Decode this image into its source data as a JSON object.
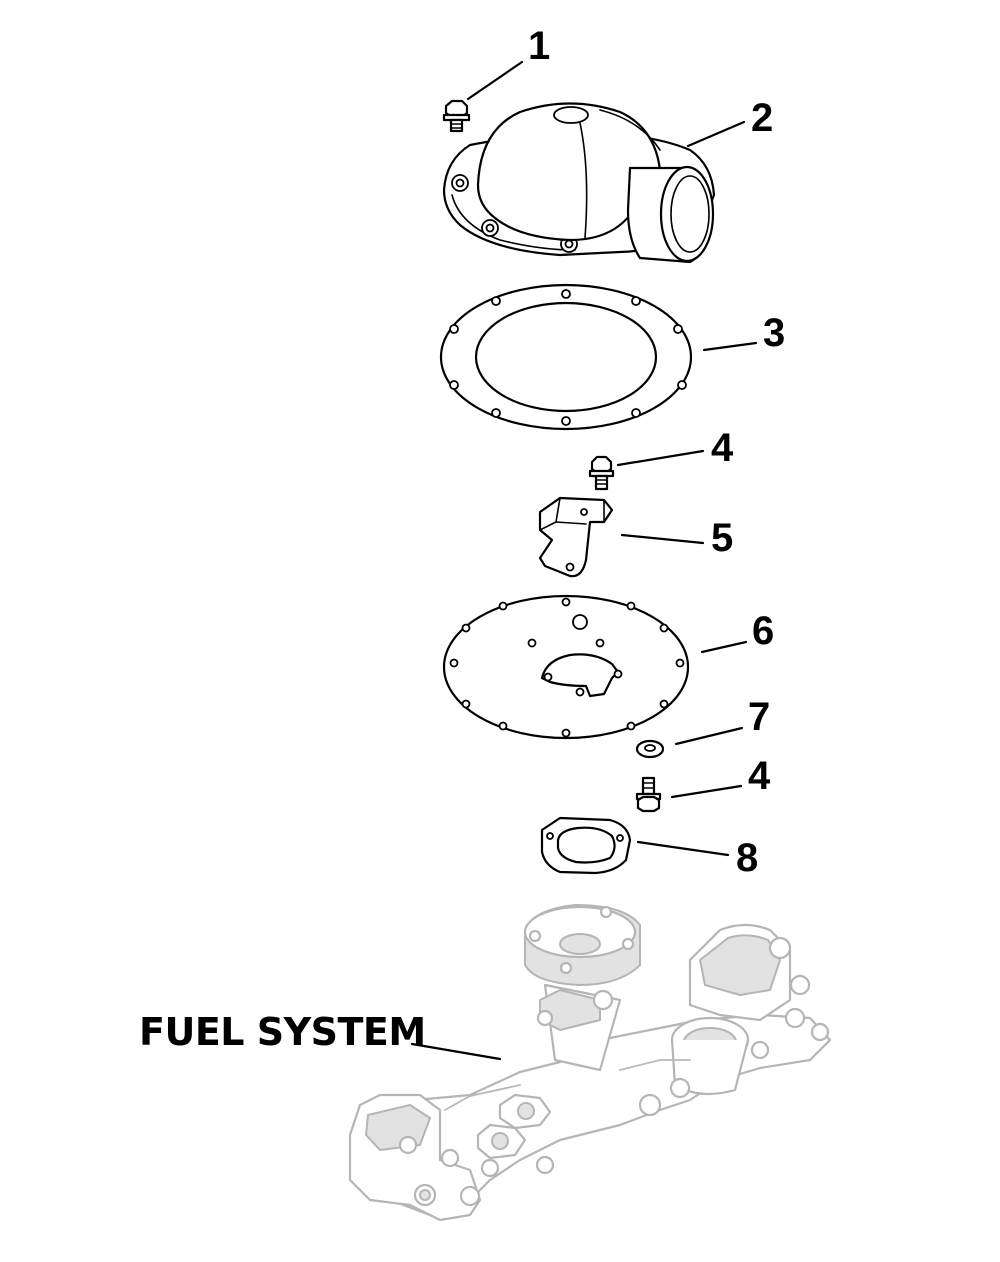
{
  "callouts": {
    "c1": "1",
    "c2": "2",
    "c3": "3",
    "c4a": "4",
    "c5": "5",
    "c6": "6",
    "c7": "7",
    "c4b": "4",
    "c8": "8"
  },
  "system_label": "FUEL SYSTEM",
  "colors": {
    "line": "#000000",
    "ghost_line": "#b5b5b5",
    "ghost_fill": "#e2e2e2",
    "background": "#ffffff"
  }
}
